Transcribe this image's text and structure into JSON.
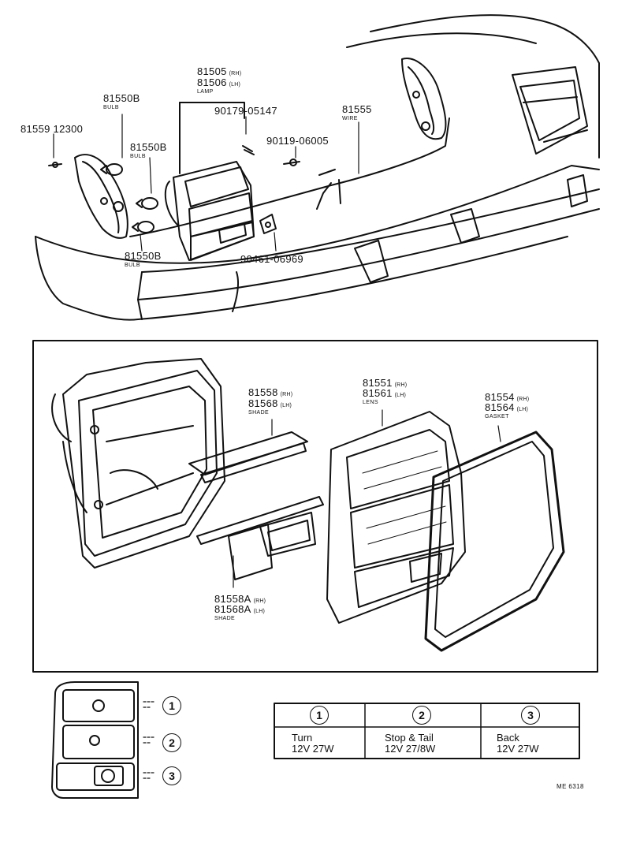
{
  "top_labels": [
    {
      "id": "81505",
      "part": "81505",
      "side": "(RH)"
    },
    {
      "id": "81506",
      "part": "81506",
      "side": "(LH)"
    },
    {
      "id": "lamp",
      "text": "LAMP"
    },
    {
      "id": "90179",
      "part": "90179-05147"
    },
    {
      "id": "81555",
      "part": "81555"
    },
    {
      "id": "wire",
      "text": "WIRE"
    },
    {
      "id": "81550b_1",
      "part": "81550B"
    },
    {
      "id": "bulb_1",
      "text": "BULB"
    },
    {
      "id": "81559",
      "part": "81559 12300"
    },
    {
      "id": "81550b_2",
      "part": "81550B"
    },
    {
      "id": "bulb_2",
      "text": "BULB"
    },
    {
      "id": "90119",
      "part": "90119-06005"
    },
    {
      "id": "81550b_3",
      "part": "81550B"
    },
    {
      "id": "bulb_3",
      "text": "BULB"
    },
    {
      "id": "90461",
      "part": "90461-06969"
    }
  ],
  "exploded_labels": {
    "shade_top": {
      "p1": "81558",
      "s1": "(RH)",
      "p2": "81568",
      "s2": "(LH)",
      "name": "SHADE"
    },
    "lens": {
      "p1": "81551",
      "s1": "(RH)",
      "p2": "81561",
      "s2": "(LH)",
      "name": "LENS"
    },
    "gasket": {
      "p1": "81554",
      "s1": "(RH)",
      "p2": "81564",
      "s2": "(LH)",
      "name": "GASKET"
    },
    "shade_bottom": {
      "p1": "81558A",
      "s1": "(RH)",
      "p2": "81568A",
      "s2": "(LH)",
      "name": "SHADE"
    }
  },
  "legend": {
    "markers": [
      "1",
      "2",
      "3"
    ]
  },
  "bulb_table": {
    "columns": [
      {
        "num": "1",
        "line1": "Turn",
        "line2": "12V 27W"
      },
      {
        "num": "2",
        "line1": "Stop & Tail",
        "line2": "12V 27/8W"
      },
      {
        "num": "3",
        "line1": "Back",
        "line2": "12V 27W"
      }
    ]
  },
  "figure_code": "ME 6318"
}
